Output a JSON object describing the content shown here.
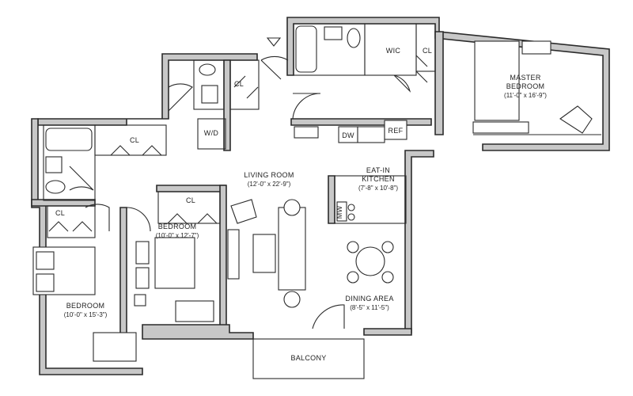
{
  "rooms": {
    "master_bedroom": {
      "name_line1": "MASTER",
      "name_line2": "BEDROOM",
      "dims": "(11'-0\" x 16'-9\")"
    },
    "living_room": {
      "name": "LIVING ROOM",
      "dims": "(12'-0\" x 22'-9\")"
    },
    "kitchen": {
      "name_line1": "EAT-IN",
      "name_line2": "KITCHEN",
      "dims": "(7'-8\" x 10'-8\")"
    },
    "bedroom_middle": {
      "name": "BEDROOM",
      "dims": "(10'-0\" x 12'-7\")"
    },
    "bedroom_left": {
      "name": "BEDROOM",
      "dims": "(10'-0\" x 15'-3\")"
    },
    "dining_area": {
      "name": "DINING AREA",
      "dims": "(8'-5\" x 11'-5\")"
    },
    "balcony": {
      "name": "BALCONY"
    }
  },
  "labels": {
    "closet": "CL",
    "walk_in_closet": "WIC",
    "washer_dryer": "W/D",
    "dishwasher": "DW",
    "refrigerator": "REF",
    "microwave": "MW"
  }
}
